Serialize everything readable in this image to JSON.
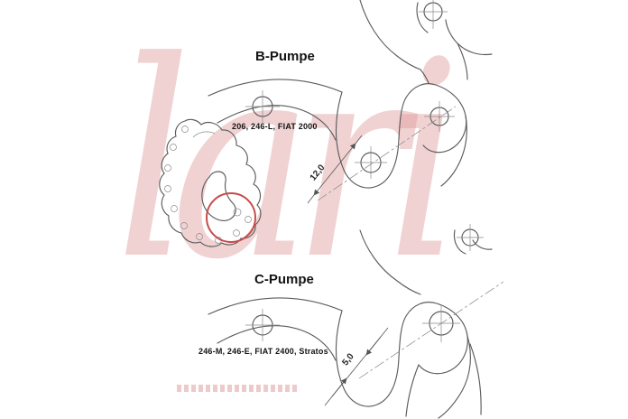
{
  "watermark": {
    "text": "lari"
  },
  "diagrams": {
    "b": {
      "title": "B-Pumpe",
      "subtitle": "206, 246-L, FIAT 2000",
      "dimension": "12,0"
    },
    "c": {
      "title": "C-Pumpe",
      "subtitle": "246-M, 246-E, FIAT 2400, Stratos",
      "dimension": "5,0"
    }
  },
  "colors": {
    "highlight_circle": "#c84b4b",
    "drawing_line": "#5c5c5c",
    "watermark_pink": "#de9494"
  }
}
